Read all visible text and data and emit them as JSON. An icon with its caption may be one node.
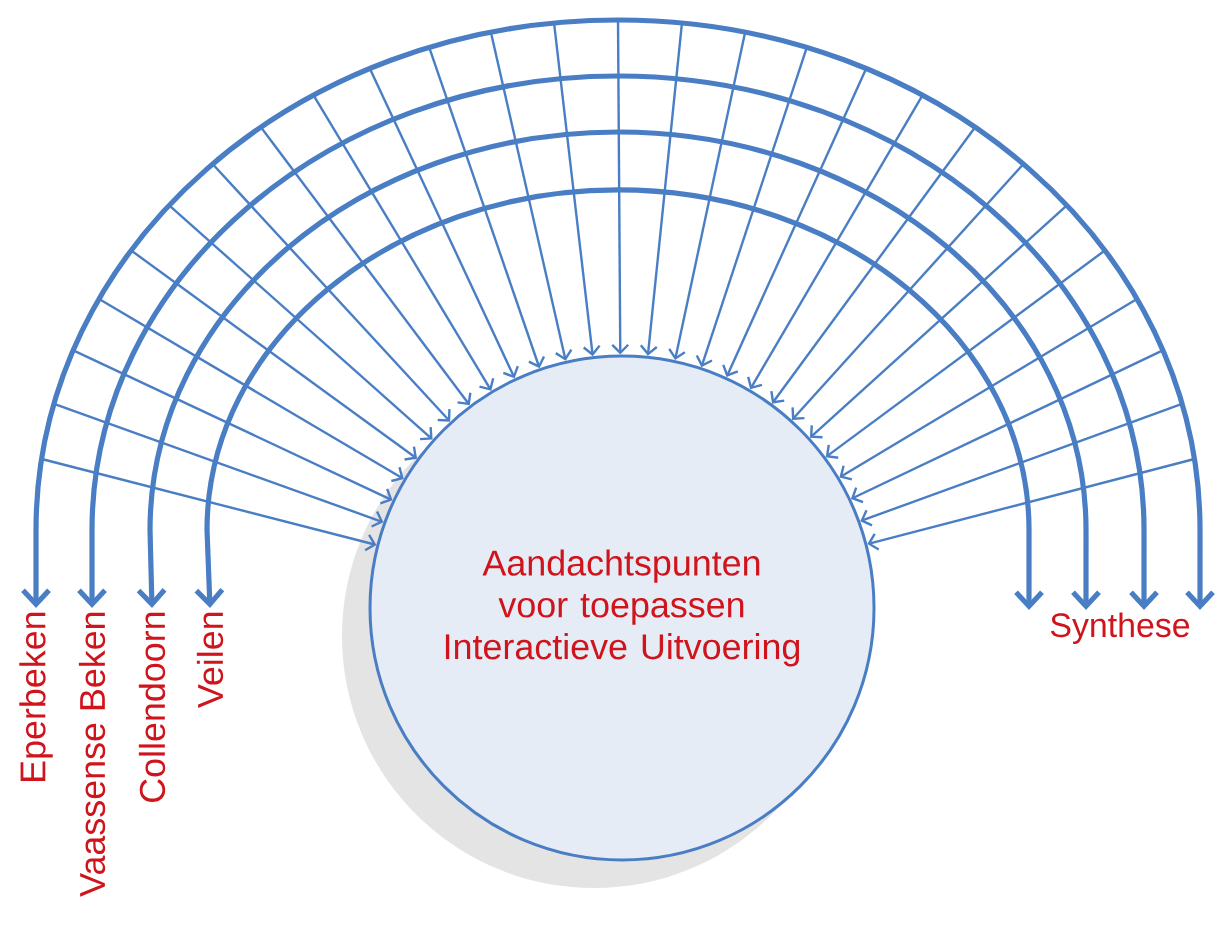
{
  "diagram": {
    "nodes": [
      {
        "text": [
          "Aandachtspunten voor toepassen Interactieve Uitvoering"
        ]
      },
      {
        "text": [
          "Eperbeken"
        ]
      },
      {
        "text": [
          "Vaassense Beken"
        ]
      },
      {
        "text": [
          "Collendoorn"
        ]
      },
      {
        "text": [
          "Veilen"
        ]
      },
      {
        "text": [
          "Synthese"
        ]
      }
    ],
    "edges": [
      {
        "from": 1,
        "to": 5,
        "arrow": "both"
      },
      {
        "from": 2,
        "to": 5,
        "arrow": "both"
      },
      {
        "from": 3,
        "to": 5,
        "arrow": "both"
      },
      {
        "from": 4,
        "to": 5,
        "arrow": "both"
      },
      {
        "from": null,
        "to": 0,
        "arrow": "to"
      },
      {
        "from": null,
        "to": 0,
        "arrow": "to"
      },
      {
        "from": null,
        "to": 0,
        "arrow": "to"
      },
      {
        "from": null,
        "to": 0,
        "arrow": "to"
      },
      {
        "from": null,
        "to": 0,
        "arrow": "to"
      },
      {
        "from": null,
        "to": 0,
        "arrow": "to"
      },
      {
        "from": null,
        "to": 0,
        "arrow": "to"
      },
      {
        "from": null,
        "to": 0,
        "arrow": "to"
      },
      {
        "from": null,
        "to": 0,
        "arrow": "to"
      },
      {
        "from": null,
        "to": 0,
        "arrow": "to"
      },
      {
        "from": null,
        "to": 0,
        "arrow": "to"
      },
      {
        "from": null,
        "to": 0,
        "arrow": "to"
      },
      {
        "from": null,
        "to": 0,
        "arrow": "to"
      },
      {
        "from": null,
        "to": 0,
        "arrow": "to"
      },
      {
        "from": null,
        "to": 0,
        "arrow": "to"
      },
      {
        "from": null,
        "to": 0,
        "arrow": "to"
      },
      {
        "from": null,
        "to": 0,
        "arrow": "to"
      },
      {
        "from": null,
        "to": 0,
        "arrow": "to"
      },
      {
        "from": null,
        "to": 0,
        "arrow": "to"
      },
      {
        "from": null,
        "to": 0,
        "arrow": "to"
      },
      {
        "from": null,
        "to": 0,
        "arrow": "to"
      },
      {
        "from": null,
        "to": 0,
        "arrow": "to"
      },
      {
        "from": null,
        "to": 0,
        "arrow": "to"
      },
      {
        "from": null,
        "to": 0,
        "arrow": "to"
      },
      {
        "from": null,
        "to": 0,
        "arrow": "to"
      },
      {
        "from": null,
        "to": 0,
        "arrow": "to"
      },
      {
        "from": null,
        "to": 0,
        "arrow": "to"
      }
    ]
  }
}
